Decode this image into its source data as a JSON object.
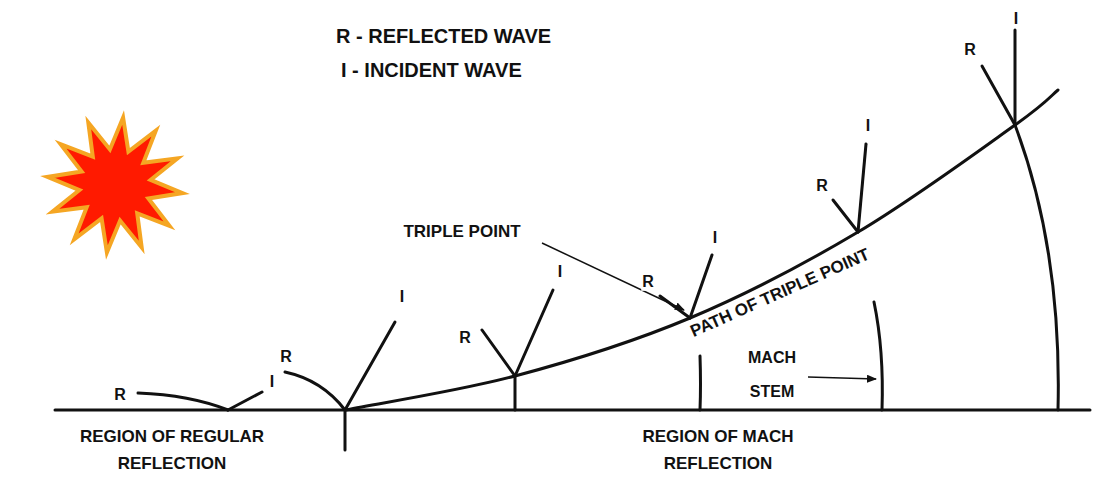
{
  "diagram": {
    "labels": [
      "R - REFLECTED WAVE",
      "I - INCIDENT WAVE",
      "TRIPLE POINT",
      "PATH OF TRIPLE POINT",
      "MACH STEM",
      "REGION OF REGULAR REFLECTION",
      "REGION OF MACH REFLECTION",
      "R",
      "I",
      "R",
      "I",
      "R",
      "I",
      "R",
      "I",
      "R",
      "I",
      "R",
      "I"
    ]
  }
}
